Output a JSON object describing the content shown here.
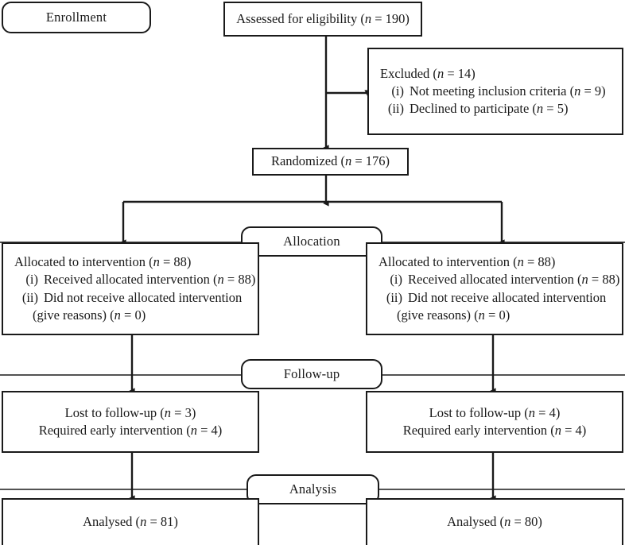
{
  "diagram": {
    "type": "consort-flow-diagram",
    "stages": [
      {
        "id": "enrollment",
        "label": "Enrollment"
      },
      {
        "id": "allocation",
        "label": "Allocation"
      },
      {
        "id": "followup",
        "label": "Follow-up"
      },
      {
        "id": "analysis",
        "label": "Analysis"
      }
    ],
    "nodes": {
      "assessed": {
        "text": "Assessed for eligibility (n = 190)",
        "count": 190
      },
      "excluded": {
        "heading": "Excluded (n = 14)",
        "count": 14,
        "reasons": [
          {
            "marker": "(i)",
            "text": "Not meeting inclusion criteria (n = 9)",
            "count": 9
          },
          {
            "marker": "(ii)",
            "text": "Declined to participate (n = 5)",
            "count": 5
          }
        ]
      },
      "randomized": {
        "text": "Randomized (n = 176)",
        "count": 176
      },
      "allocation_left": {
        "heading": "Allocated to intervention (n = 88)",
        "count": 88,
        "items": [
          {
            "marker": "(i)",
            "text": "Received allocated intervention (n = 88)",
            "count": 88
          },
          {
            "marker": "(ii)",
            "text": "Did not receive allocated intervention",
            "continuation": "(give reasons) (n = 0)",
            "count": 0
          }
        ]
      },
      "allocation_right": {
        "heading": "Allocated to intervention (n = 88)",
        "count": 88,
        "items": [
          {
            "marker": "(i)",
            "text": "Received allocated intervention (n = 88)",
            "count": 88
          },
          {
            "marker": "(ii)",
            "text": "Did not receive allocated intervention",
            "continuation": "(give reasons) (n = 0)",
            "count": 0
          }
        ]
      },
      "followup_left": {
        "lines": [
          {
            "text": "Lost to follow-up (n = 3)",
            "count": 3
          },
          {
            "text": "Required early intervention (n = 4)",
            "count": 4
          }
        ]
      },
      "followup_right": {
        "lines": [
          {
            "text": "Lost to follow-up (n = 4)",
            "count": 4
          },
          {
            "text": "Required early intervention (n = 4)",
            "count": 4
          }
        ]
      },
      "analysis_left": {
        "text": "Analysed (n = 81)",
        "count": 81
      },
      "analysis_right": {
        "text": "Analysed (n = 80)",
        "count": 80
      }
    },
    "colors": {
      "stroke": "#1a1a1a",
      "background": "#ffffff",
      "text": "#1a1a1a"
    }
  }
}
